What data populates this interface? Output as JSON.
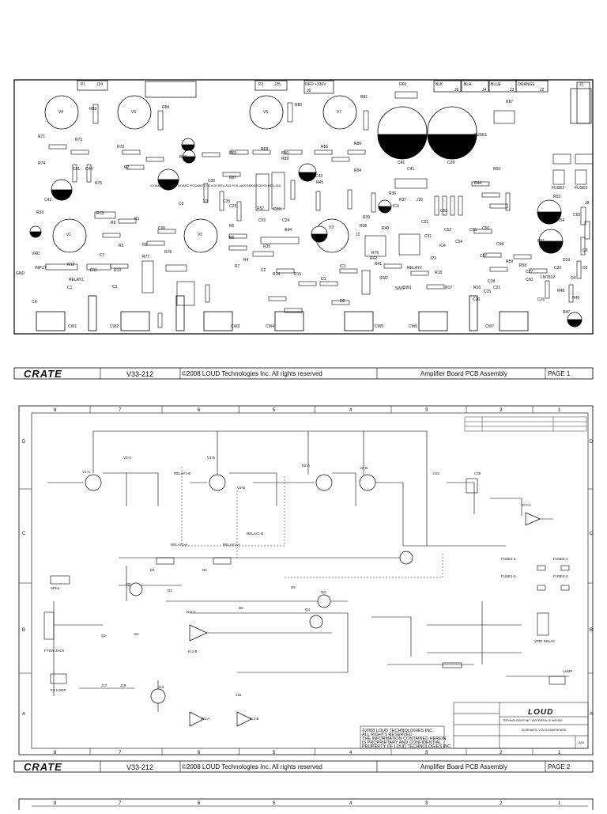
{
  "page1": {
    "connectors_top": [
      {
        "text": "P1"
      },
      {
        "text": "J24"
      },
      {
        "text": "P2"
      },
      {
        "text": "J25"
      },
      {
        "text": "RED +330V"
      },
      {
        "text": "J6"
      },
      {
        "text": "BLK"
      },
      {
        "text": "J5"
      },
      {
        "text": "BLA"
      },
      {
        "text": "J4"
      },
      {
        "text": "BLUE"
      },
      {
        "text": "J3"
      },
      {
        "text": "ORANGE"
      },
      {
        "text": "J2"
      },
      {
        "text": "J1"
      }
    ],
    "tubes": [
      {
        "label": "V4"
      },
      {
        "label": "V5"
      },
      {
        "label": "V6"
      },
      {
        "label": "V7"
      },
      {
        "label": "V1"
      },
      {
        "label": "V2"
      },
      {
        "label": "V3"
      }
    ],
    "big_caps": [
      {
        "label": "C41"
      },
      {
        "label": "C39"
      }
    ],
    "parts": [
      "R83",
      "R84",
      "R80",
      "R81",
      "R66",
      "R87",
      "FUSE1",
      "R71",
      "R73",
      "R72",
      "R74",
      "C61",
      "C44",
      "R2",
      "R75",
      "R70",
      "C43",
      "C8",
      "C36",
      "C35",
      "R69",
      "R68",
      "R50",
      "R56",
      "R86",
      "R87",
      "R89",
      "R94",
      "C42",
      "C41",
      "C39",
      "R93",
      "R44",
      "R45",
      "R57",
      "C29",
      "C23",
      "C24",
      "R34",
      "R35",
      "C22",
      "V3",
      "R33",
      "R13",
      "R9",
      "R1",
      "R3",
      "C7",
      "C90",
      "R8",
      "R78",
      "R77",
      "R12",
      "R11",
      "R10",
      "RELAY1",
      "C1",
      "C4",
      "C3",
      "R5",
      "R6",
      "R7",
      "R4",
      "C2",
      "R14",
      "R15",
      "IC1",
      "D1",
      "D2",
      "R76",
      "R41",
      "R42",
      "J2",
      "R38",
      "R39",
      "R40",
      "IC3",
      "R37",
      "R36",
      "J20",
      "C31",
      "J23",
      "IC4",
      "C51",
      "C53",
      "C52",
      "C54",
      "C55",
      "C56",
      "C57",
      "C58",
      "R59",
      "R58",
      "C60",
      "LM7812",
      "D13",
      "Q6",
      "C63",
      "J8",
      "R53",
      "R54",
      "R51",
      "C32",
      "D3",
      "D4",
      "R46",
      "R47",
      "R48",
      "C28",
      "C25",
      "C26",
      "C27",
      "C21",
      "C20",
      "R16",
      "R17",
      "R18",
      "RELAY2",
      "SW1",
      "SW2",
      "SW3",
      "R31",
      "R32",
      "C16",
      "C17",
      "R57",
      "R30"
    ],
    "edge_labels": [
      "CW1",
      "CW2",
      "CW3",
      "CW4",
      "CW5",
      "CW6",
      "CW7",
      "GND",
      "INPUT",
      "VRD",
      "FUSE2",
      "FUSE3"
    ],
    "board_text": "V33AMP3202 AMP BOARD\nPCB#80707524-00 REV-A00\nPCB #A07480092530-00 REV-A00"
  },
  "title_bar_1": {
    "brand": "CRATE",
    "model": "V33-212",
    "copyright": "©2008 LOUD Technologies Inc. All rights reserved",
    "description": "Amplifier Board PCB Assembly",
    "page": "PAGE 1"
  },
  "page2": {
    "col_numbers": [
      "8",
      "7",
      "6",
      "5",
      "4",
      "3",
      "2",
      "1"
    ],
    "row_letters": [
      "D",
      "C",
      "B",
      "A"
    ],
    "components": [
      {
        "text": "V1-A"
      },
      {
        "text": "V1-B"
      },
      {
        "text": "V2-A"
      },
      {
        "text": "V2-B"
      },
      {
        "text": "V3-A"
      },
      {
        "text": "V3-B"
      },
      {
        "text": "RELAY1-A"
      },
      {
        "text": "RELAY1-B"
      },
      {
        "text": "RELAY2-A"
      },
      {
        "text": "RELAY2-B"
      },
      {
        "text": "IC1-A"
      },
      {
        "text": "IC1-B"
      },
      {
        "text": "IC2-A"
      },
      {
        "text": "IC2-B"
      },
      {
        "text": "Q1"
      },
      {
        "text": "Q2"
      },
      {
        "text": "Q3"
      },
      {
        "text": "Q4"
      },
      {
        "text": "D1"
      },
      {
        "text": "D2"
      },
      {
        "text": "D3"
      },
      {
        "text": "D4"
      },
      {
        "text": "D5"
      },
      {
        "text": "D6"
      },
      {
        "text": "FUSE1-1"
      },
      {
        "text": "FUSE1-2"
      },
      {
        "text": "FUSE2-1"
      },
      {
        "text": "FUSE2-2"
      },
      {
        "text": "IC7-A"
      },
      {
        "text": "C41"
      },
      {
        "text": "C39"
      },
      {
        "text": "LAMP"
      },
      {
        "text": "J13"
      },
      {
        "text": "J15"
      },
      {
        "text": "J17"
      },
      {
        "text": "J19"
      },
      {
        "text": "SPK1"
      },
      {
        "text": "FTSW JACK"
      },
      {
        "text": "FX LOOP"
      },
      {
        "text": "VPRI RELAY"
      }
    ],
    "title_block": {
      "company": "LOUD",
      "company_sub": "TECHNOLOGIES INC. WOODINVILLE WA USA",
      "doc_title": "SCHEMATIC V33-212 AMP BOARD",
      "rev": "A00"
    },
    "copyright_lines": [
      "©2008 LOUD TECHNOLOGIES INC.",
      "ALL RIGHTS RESERVED",
      "THE INFORMATION CONTAINED HEREIN",
      "IS PROPRIETARY AND CONFIDENTIAL",
      "PROPERTY OF LOUD TECHNOLOGIES INC."
    ]
  },
  "title_bar_2": {
    "brand": "CRATE",
    "model": "V33-212",
    "copyright": "©2008 LOUD Technologies Inc. All rights reserved",
    "description": "Amplifier Board PCB Assembly",
    "page": "PAGE 2"
  },
  "page3": {
    "col_numbers": [
      "8",
      "7",
      "6",
      "5",
      "4",
      "3",
      "2",
      "1"
    ]
  }
}
